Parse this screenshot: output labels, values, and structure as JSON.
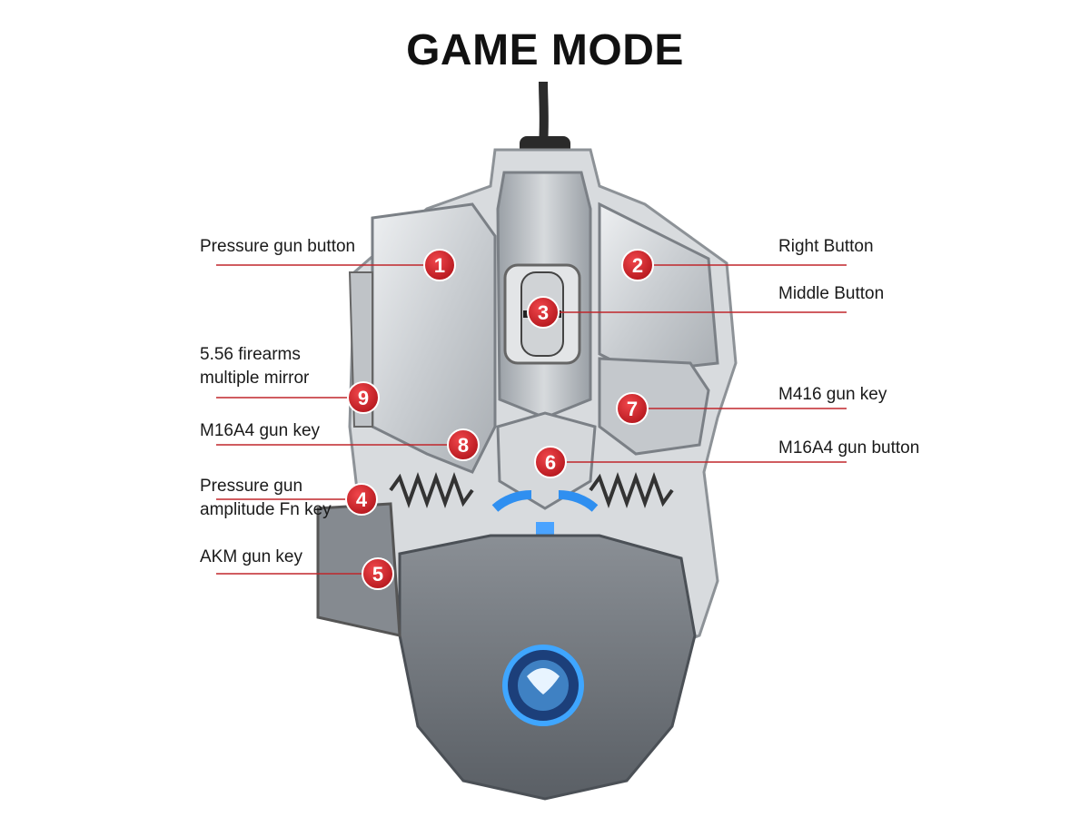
{
  "title": "GAME MODE",
  "colors": {
    "badge": "#d9232a",
    "leader": "#c0262b",
    "body_dark": "#6f747a",
    "body_light": "#cfd3d7",
    "accent_blue": "#2f8ff0"
  },
  "callouts": [
    {
      "id": "1",
      "name": "pressure-gun-button",
      "lines": [
        "Pressure gun button"
      ],
      "side": "left"
    },
    {
      "id": "2",
      "name": "right-button",
      "lines": [
        "Right Button"
      ],
      "side": "right"
    },
    {
      "id": "3",
      "name": "middle-button",
      "lines": [
        "Middle Button"
      ],
      "side": "right"
    },
    {
      "id": "9",
      "name": "firearms-mirror",
      "lines": [
        "5.56 firearms",
        "multiple mirror"
      ],
      "side": "left"
    },
    {
      "id": "7",
      "name": "m416-gun-key",
      "lines": [
        "M416 gun key"
      ],
      "side": "right"
    },
    {
      "id": "8",
      "name": "m16a4-gun-key",
      "lines": [
        "M16A4 gun key"
      ],
      "side": "left"
    },
    {
      "id": "6",
      "name": "m16a4-gun-button",
      "lines": [
        "M16A4 gun button"
      ],
      "side": "right"
    },
    {
      "id": "4",
      "name": "fn-key",
      "lines": [
        "Pressure gun",
        "amplitude Fn key"
      ],
      "side": "left"
    },
    {
      "id": "5",
      "name": "akm-gun-key",
      "lines": [
        "AKM gun key"
      ],
      "side": "left"
    }
  ]
}
